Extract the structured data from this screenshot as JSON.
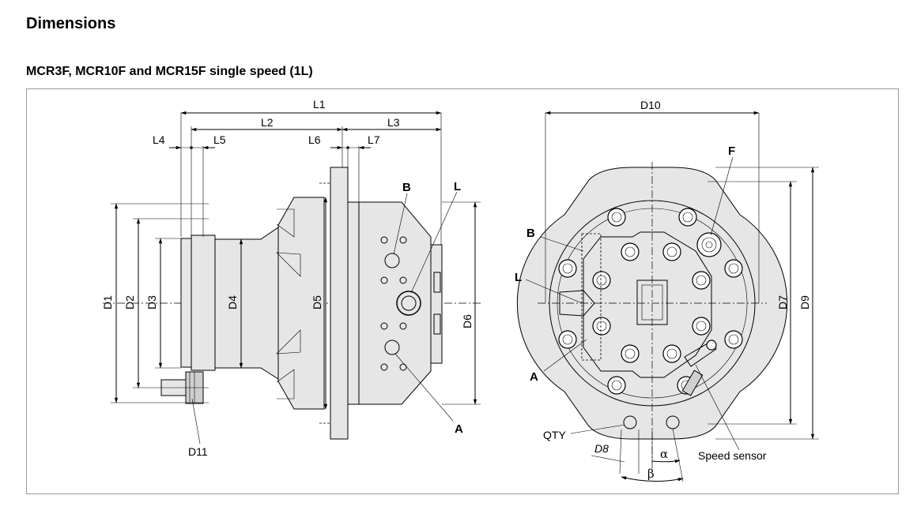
{
  "page": {
    "title": "Dimensions",
    "subtitle": "MCR3F, MCR10F and MCR15F single speed (1L)"
  },
  "side_view": {
    "dimension_labels": {
      "L1": "L1",
      "L2": "L2",
      "L3": "L3",
      "L4": "L4",
      "L5": "L5",
      "L6": "L6",
      "L7": "L7",
      "D1": "D1",
      "D2": "D2",
      "D3": "D3",
      "D4": "D4",
      "D5": "D5",
      "D6": "D6",
      "D11": "D11"
    },
    "port_labels": {
      "B": "B",
      "L": "L",
      "A": "A"
    }
  },
  "front_view": {
    "dimension_labels": {
      "D10": "D10",
      "D7": "D7",
      "D9": "D9",
      "D8": "D8"
    },
    "port_labels": {
      "F": "F",
      "B": "B",
      "L": "L",
      "A": "A"
    },
    "callouts": {
      "qty": "QTY",
      "speed_sensor": "Speed sensor"
    },
    "angles": {
      "alpha": "α",
      "beta": "β"
    }
  }
}
